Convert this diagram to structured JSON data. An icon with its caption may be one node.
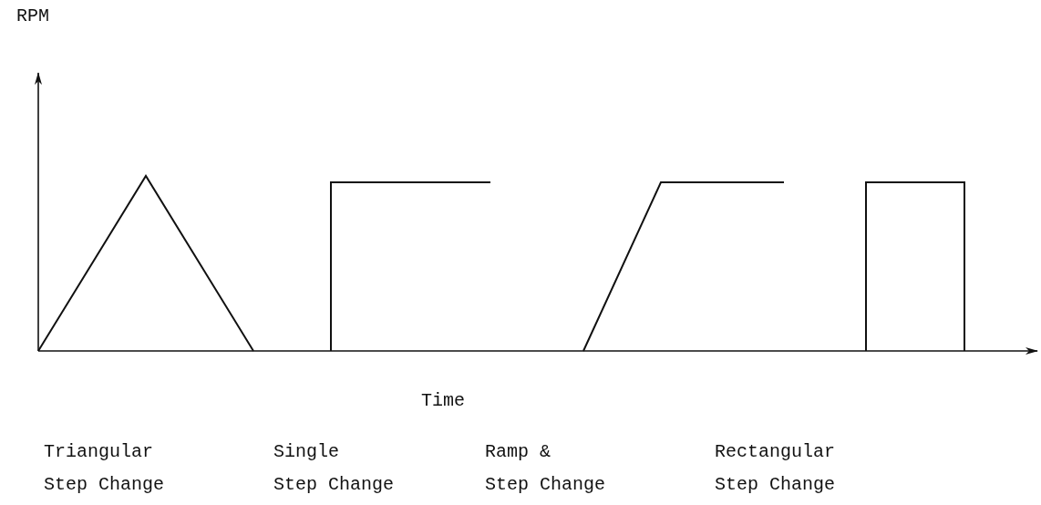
{
  "diagram": {
    "labels": [
      "RPM",
      "Time",
      "Triangular Step Change",
      "Single Step Change",
      "Ramp & Step Change",
      "Rectangular Step Change"
    ]
  }
}
